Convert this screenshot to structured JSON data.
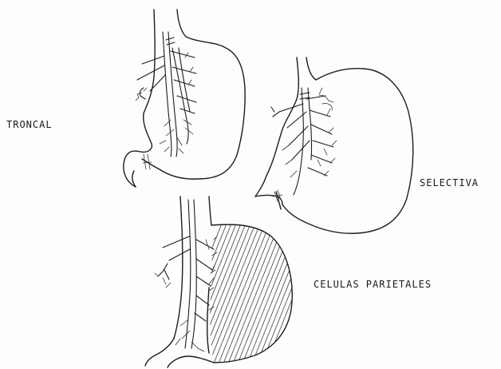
{
  "labels": {
    "troncal": "TRONCAL",
    "selectiva": "SELECTIVA",
    "celulas_parietales": "CELULAS PARIETALES"
  },
  "colors": {
    "ink": "#1c1c1c",
    "paper": "#fdfdfb"
  }
}
